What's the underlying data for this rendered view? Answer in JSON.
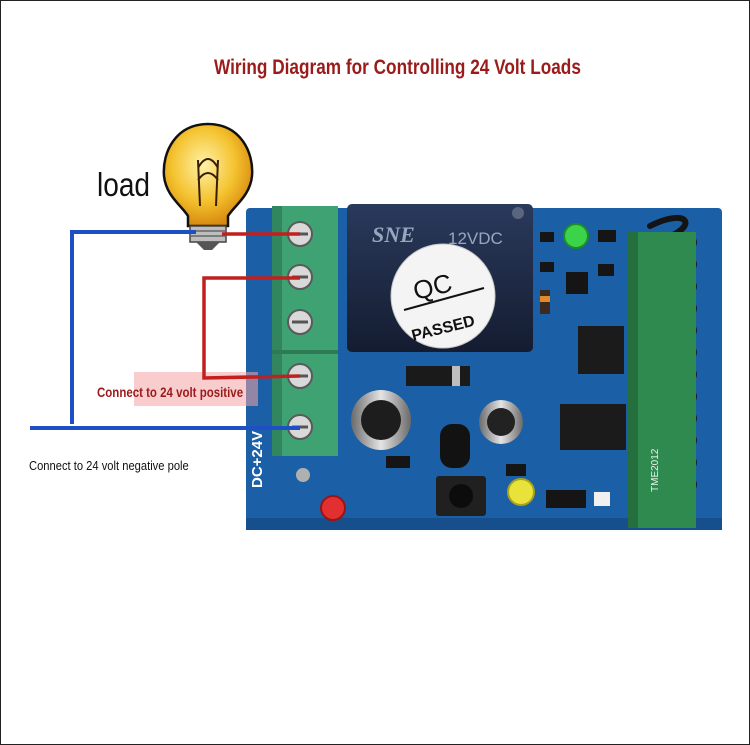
{
  "title": "Wiring Diagram for Controlling 24 Volt Loads",
  "labels": {
    "load": "load",
    "positive": "Connect to 24 volt positive",
    "negative": "Connect to 24 volt negative pole"
  },
  "relay": {
    "brand": "SNE",
    "rating": "12VDC"
  },
  "qc_sticker": {
    "line1": "QC",
    "line2": "PASSED"
  },
  "terminal_label": "DC+24V",
  "module_code": "TME2012",
  "colors": {
    "title": "#9b1b1b",
    "label_red": "#9b1b1b",
    "wire_blue": "#1f4fc4",
    "wire_red": "#c21f1f",
    "board": "#1b5fa6",
    "terminal": "#3fa272",
    "relay": "#1c2a44",
    "bulb": "#f0b020"
  },
  "icons": {
    "bulb": "light-bulb-icon",
    "led_green": "green-led",
    "led_red": "red-led",
    "led_yellow": "yellow-led"
  }
}
